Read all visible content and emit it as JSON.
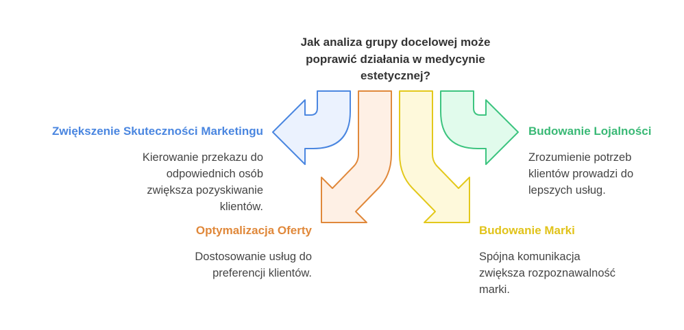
{
  "title": [
    "Jak analiza grupy docelowej może",
    "poprawić działania w medycynie",
    "estetycznej?"
  ],
  "colors": {
    "blue": "#4a86e0",
    "orange": "#e0883a",
    "yellow": "#e1c31a",
    "green": "#3ab976"
  },
  "items": [
    {
      "heading": "Zwiększenie Skuteczności Marketingu",
      "lines": [
        "Kierowanie przekazu do",
        "odpowiednich osób",
        "zwiększa pozyskiwanie",
        "klientów."
      ]
    },
    {
      "heading": "Optymalizacja Oferty",
      "lines": [
        "Dostosowanie usług do",
        "preferencji klientów."
      ]
    },
    {
      "heading": "Budowanie Marki",
      "lines": [
        "Spójna komunikacja",
        "zwiększa rozpoznawalność",
        "marki."
      ]
    },
    {
      "heading": "Budowanie Lojalności",
      "lines": [
        "Zrozumienie potrzeb",
        "klientów prowadzi do",
        "lepszych usług."
      ]
    }
  ]
}
